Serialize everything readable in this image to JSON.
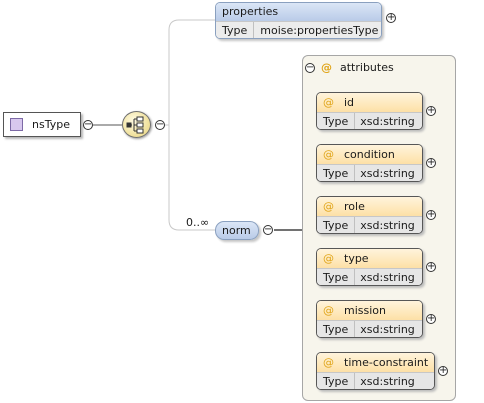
{
  "root": {
    "name": "nsType"
  },
  "properties": {
    "name": "properties",
    "type_label": "Type",
    "type_value": "moise:propertiesType"
  },
  "norm": {
    "name": "norm",
    "cardinality": "0..∞"
  },
  "attributes": {
    "title": "attributes",
    "items": [
      {
        "name": "id",
        "type_label": "Type",
        "type_value": "xsd:string"
      },
      {
        "name": "condition",
        "type_label": "Type",
        "type_value": "xsd:string"
      },
      {
        "name": "role",
        "type_label": "Type",
        "type_value": "xsd:string"
      },
      {
        "name": "type",
        "type_label": "Type",
        "type_value": "xsd:string"
      },
      {
        "name": "mission",
        "type_label": "Type",
        "type_value": "xsd:string"
      },
      {
        "name": "time-constraint",
        "type_label": "Type",
        "type_value": "xsd:string"
      }
    ]
  },
  "symbols": {
    "attribute_marker": "@",
    "collapse": "−",
    "expand": "+"
  },
  "icons": {
    "root": "complex-type-icon",
    "sequence": "sequence-compositor-icon",
    "collapse": "collapse-toggle-icon",
    "expand": "expand-toggle-icon"
  },
  "colors": {
    "element_fill": "#c6d6ef",
    "attribute_fill": "#fde2ad",
    "attribute_marker": "#e0a418",
    "sequence_fill": "#efdf98",
    "group_fill": "#f7f5ec"
  }
}
